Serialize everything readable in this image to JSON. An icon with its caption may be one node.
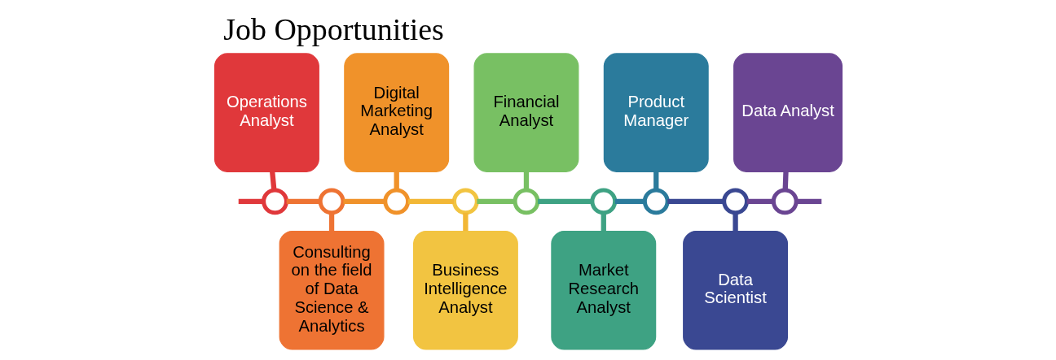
{
  "diagram": {
    "title": "Job Opportunities",
    "nodes": [
      {
        "text": [
          "Operations Analyst"
        ]
      },
      {
        "text": [
          "Consulting on the field of Data Science & Analytics"
        ]
      },
      {
        "text": [
          "Digital Marketing Analyst"
        ]
      },
      {
        "text": [
          "Business Intelligence Analyst"
        ]
      },
      {
        "text": [
          "Financial Analyst"
        ]
      },
      {
        "text": [
          "Market Research Analyst"
        ]
      },
      {
        "text": [
          "Product Manager"
        ]
      },
      {
        "text": [
          "Data Scientist"
        ]
      },
      {
        "text": [
          "Data Analyst"
        ]
      },
      {
        "text": [],
        "shape": "circle"
      },
      {
        "text": [],
        "shape": "circle"
      },
      {
        "text": [],
        "shape": "circle"
      },
      {
        "text": [],
        "shape": "circle"
      },
      {
        "text": [],
        "shape": "circle"
      },
      {
        "text": [],
        "shape": "circle"
      },
      {
        "text": [],
        "shape": "circle"
      },
      {
        "text": [],
        "shape": "circle"
      },
      {
        "text": [],
        "shape": "circle"
      }
    ],
    "edges": [
      {
        "from": 0,
        "to": 9,
        "arrow": "none",
        "color": "#e0383b"
      },
      {
        "from": 1,
        "to": 10,
        "arrow": "none",
        "color": "#ee7333"
      },
      {
        "from": 2,
        "to": 11,
        "arrow": "none",
        "color": "#f0922a"
      },
      {
        "from": 3,
        "to": 12,
        "arrow": "none",
        "color": "#f2b735"
      },
      {
        "from": 4,
        "to": 13,
        "arrow": "none",
        "color": "#78c063"
      },
      {
        "from": 5,
        "to": 14,
        "arrow": "none",
        "color": "#3ea283"
      },
      {
        "from": 6,
        "to": 15,
        "arrow": "none",
        "color": "#2b7b9c"
      },
      {
        "from": 7,
        "to": 16,
        "arrow": "none",
        "color": "#3a4892"
      },
      {
        "from": 8,
        "to": 17,
        "arrow": "none",
        "color": "#6a4592"
      },
      {
        "from": null,
        "to": 9,
        "arrow": "none",
        "color": "#e0383b"
      },
      {
        "from": 9,
        "to": 10,
        "arrow": "none",
        "color": "#ee7333"
      },
      {
        "from": 10,
        "to": 11,
        "arrow": "none",
        "color": "#f0922a"
      },
      {
        "from": 11,
        "to": 12,
        "arrow": "none",
        "color": "#f2b735"
      },
      {
        "from": 12,
        "to": 13,
        "arrow": "none",
        "color": "#78c063"
      },
      {
        "from": 13,
        "to": 14,
        "arrow": "none",
        "color": "#3ea283"
      },
      {
        "from": 14,
        "to": 15,
        "arrow": "none",
        "color": "#2b7b9c"
      },
      {
        "from": 15,
        "to": 16,
        "arrow": "none",
        "color": "#3a4892"
      },
      {
        "from": 16,
        "to": 17,
        "arrow": "none",
        "color": "#6a4592"
      },
      {
        "from": 17,
        "to": null,
        "arrow": "none",
        "color": "#6a4592"
      }
    ]
  }
}
